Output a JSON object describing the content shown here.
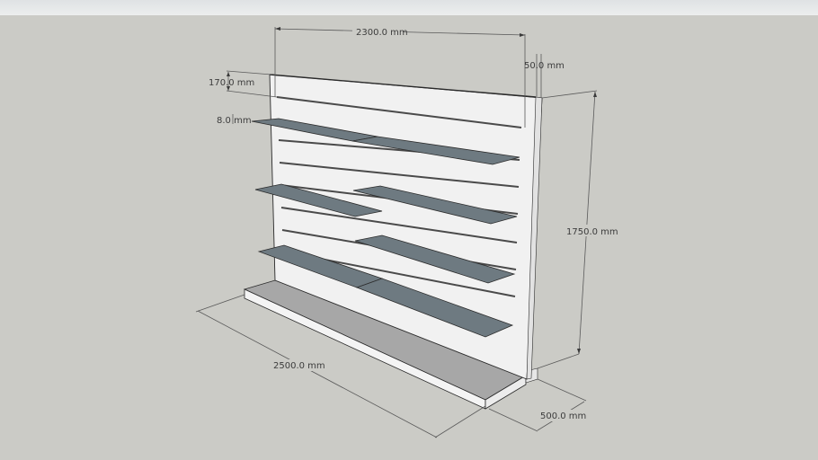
{
  "viewer": {
    "background": "#cbcbc6",
    "topbar_color": "#e6e8e9"
  },
  "model": {
    "panel_color": "#f1f1f1",
    "shelf_color": "#6e7a81",
    "base_top_color": "#a6a6a6",
    "edge_color": "#2a2a2a",
    "slot_count": 9,
    "glass_shelves": 6
  },
  "dimensions": {
    "width_top": "2300.0 mm",
    "depth_panel": "50.0 mm",
    "slot_offset": "170.0 mm",
    "shelf_thickness": "8.0 mm",
    "height": "1750.0 mm",
    "base_length": "2500.0 mm",
    "base_depth": "500.0 mm"
  }
}
